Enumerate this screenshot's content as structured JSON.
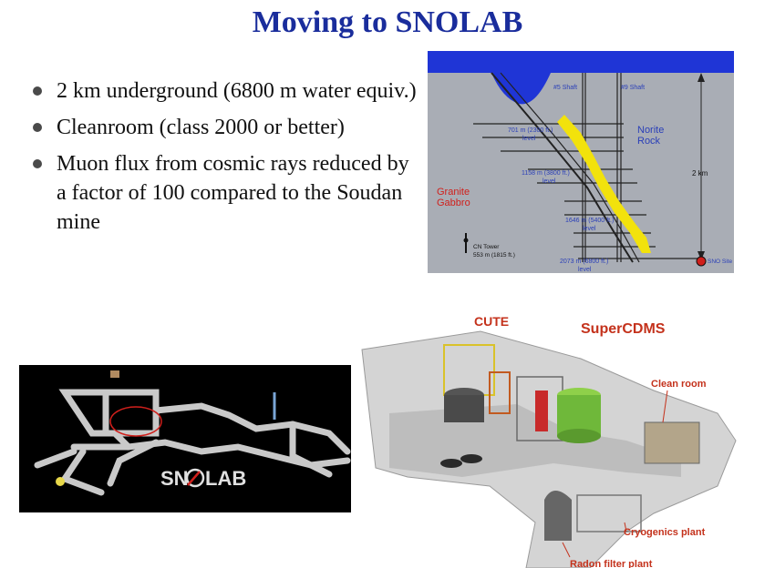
{
  "title": "Moving to SNOLAB",
  "bullets": [
    "2 km underground (6800 m water equiv.)",
    "Cleanroom (class 2000 or better)",
    "Muon flux from cosmic rays reduced by a factor of 100 compared to the Soudan mine"
  ],
  "mine_diagram": {
    "shaft5": "#5 Shaft",
    "shaft9": "#9 Shaft",
    "level_701": "701 m (2300 ft.)",
    "level_1158": "1158 m (3800 ft.)",
    "level_1646": "1646 m (5400 ft.)",
    "level_2073": "2073 m (6800 ft.)",
    "level_word": "level",
    "norite_1": "Norite",
    "norite_2": "Rock",
    "granite_1": "Granite",
    "granite_2": "Gabbro",
    "depth": "2 km",
    "tower_1": "CN Tower",
    "tower_2": "553 m (1815 ft.)",
    "sno_site": "SNO Site"
  },
  "snolab_logo": {
    "part1": "SN",
    "part2": "LAB"
  },
  "lab_diagram": {
    "cute": "CUTE",
    "supercdms": "SuperCDMS",
    "clean_room": "Clean room",
    "cryogenics": "Cryogenics plant",
    "radon": "Radon filter plant"
  },
  "colors": {
    "title": "#1a2d9c",
    "water_blue": "#1f35d6",
    "rock_gray": "#a9adb5",
    "ore_yellow": "#f2e20c",
    "label_blue": "#2a3fb8",
    "label_red": "#d0201c",
    "lab_label_red": "#c4321c",
    "tank_green": "#6fb83a"
  }
}
